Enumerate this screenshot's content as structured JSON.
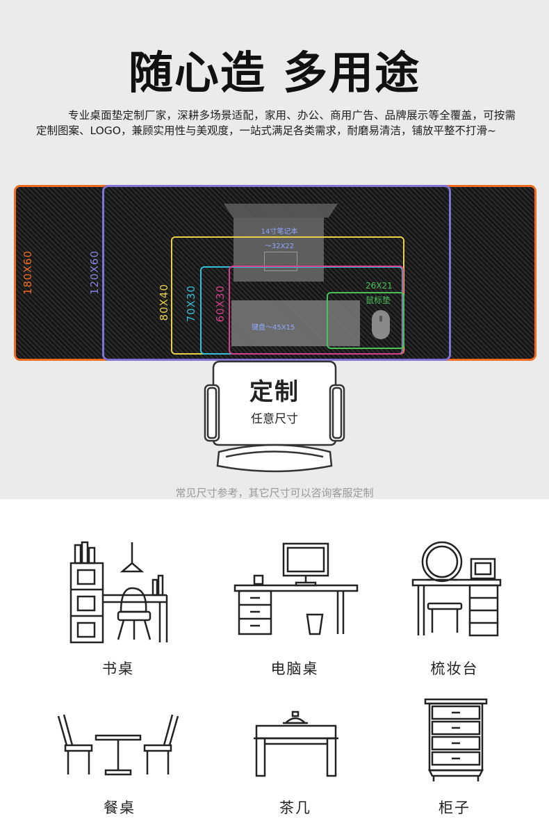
{
  "header": {
    "title": "随心造 多用途",
    "description": "专业桌面垫定制厂家，深耕多场景适配，家用、办公、商用广告、品牌展示等全覆盖，可按需定制图案、LOGO，兼顾实用性与美观度，一站式满足各类需求，耐磨易清洁，铺放平整不打滑~"
  },
  "diagram": {
    "sizes": [
      {
        "label": "180X60",
        "color": "#ee6b1f"
      },
      {
        "label": "120X60",
        "color": "#7f74d6"
      },
      {
        "label": "80X40",
        "color": "#e8d14a"
      },
      {
        "label": "70X30",
        "color": "#38bfd8"
      },
      {
        "label": "60X30",
        "color": "#d83f8a"
      }
    ],
    "laptop": {
      "name": "14寸笔记本",
      "size": "～32X22"
    },
    "keyboard": {
      "label": "键盘～45X15"
    },
    "mousepad": {
      "size": "26X21",
      "name": "鼠标垫"
    },
    "custom_title": "定制",
    "custom_subtitle": "任意尺寸",
    "footnote": "常见尺寸参考，其它尺寸可以咨询客服定制"
  },
  "furniture": [
    {
      "label": "书桌",
      "icon": "desk-icon"
    },
    {
      "label": "电脑桌",
      "icon": "computer-desk-icon"
    },
    {
      "label": "梳妆台",
      "icon": "dressing-table-icon"
    },
    {
      "label": "餐桌",
      "icon": "dining-table-icon"
    },
    {
      "label": "茶几",
      "icon": "tea-table-icon"
    },
    {
      "label": "柜子",
      "icon": "cabinet-icon"
    }
  ]
}
